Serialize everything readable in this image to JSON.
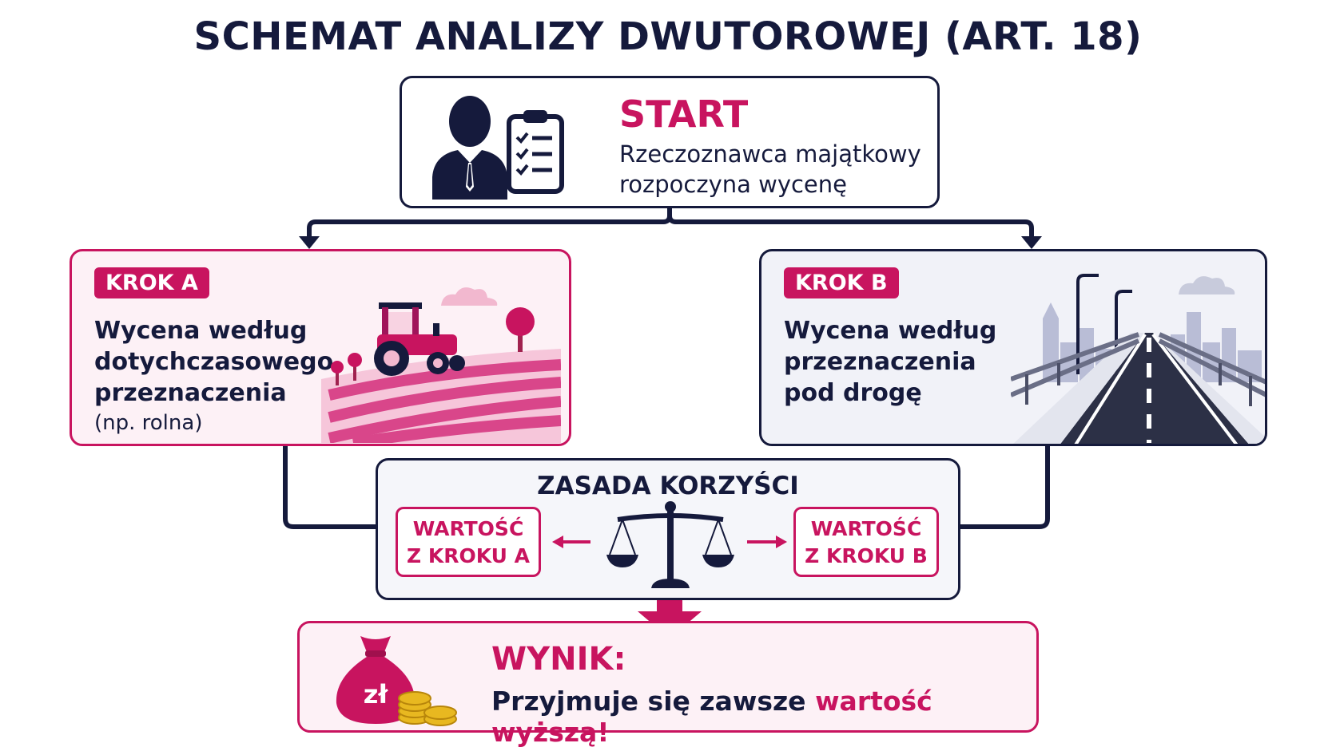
{
  "title": "SCHEMAT ANALIZY DWUTOROWEJ (ART. 18)",
  "start": {
    "title": "START",
    "description": "Rzeczoznawca majątkowy rozpoczyna wycenę"
  },
  "step_a": {
    "badge": "KROK A",
    "title_lines": [
      "Wycena według",
      "dotychczasowego",
      "przeznaczenia"
    ],
    "note": "(np. rolna)"
  },
  "step_b": {
    "badge": "KROK B",
    "title_lines": [
      "Wycena według",
      "przeznaczenia",
      "pod drogę"
    ]
  },
  "rule": {
    "title": "ZASADA KORZYŚCI",
    "value_a_lines": [
      "WARTOŚĆ",
      "Z KROKU A"
    ],
    "value_b_lines": [
      "WARTOŚĆ",
      "Z KROKU B"
    ]
  },
  "result": {
    "title": "WYNIK:",
    "text_before": "Przyjmuje się zawsze ",
    "text_emphasis": "wartość wyższą!"
  },
  "icons": {
    "start": [
      "person-icon",
      "clipboard-checklist-icon"
    ],
    "step_a": "tractor-field-icon",
    "step_b": "road-city-icon",
    "rule": "scales-icon",
    "result": [
      "money-bag-icon",
      "coins-icon"
    ],
    "money_bag_symbol": "zł"
  },
  "colors": {
    "accent": "#c8145f",
    "navy": "#151a3c",
    "pink_bg": "#fdf1f6",
    "gray_bg": "#f1f2f8"
  }
}
